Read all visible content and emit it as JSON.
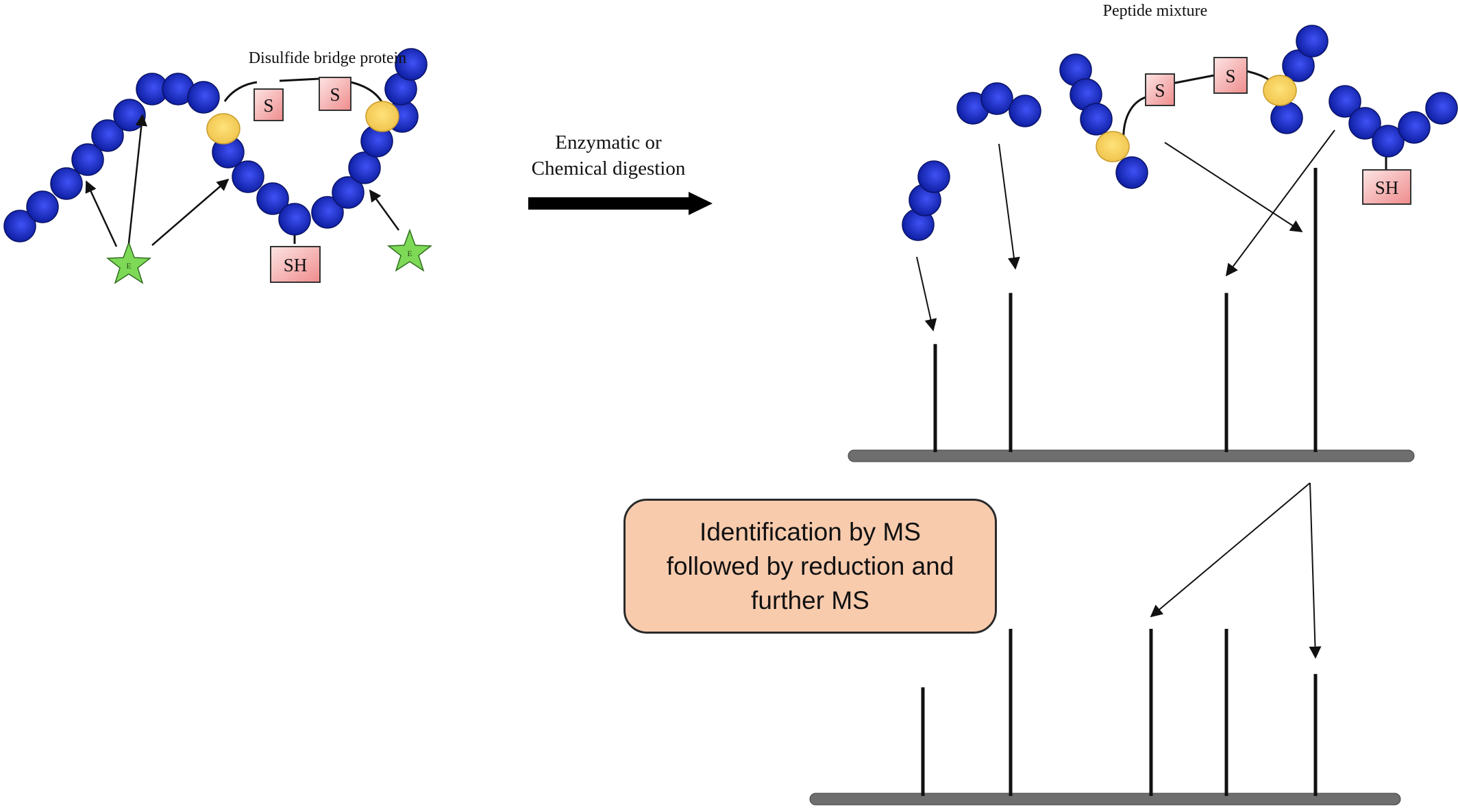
{
  "protein": {
    "title": "Disulfide bridge protein",
    "s_label_1": "S",
    "s_label_2": "S",
    "sh_label": "SH",
    "enzyme_label": "E"
  },
  "digestion": {
    "line1": "Enzymatic or",
    "line2": "Chemical digestion"
  },
  "mixture": {
    "title": "Peptide mixture",
    "s_label_1": "S",
    "s_label_2": "S",
    "sh_label": "SH"
  },
  "ms_box": {
    "line1": "Identification by MS",
    "line2": "followed by reduction and",
    "line3": "further MS"
  },
  "colors": {
    "residue": "#1f2fc8",
    "cysteine": "#f7d25f",
    "sulfur_box": "#f39a9a",
    "enzyme": "#7ed957",
    "ms_box": "#f8cbad",
    "baseline": "#6e6e6e"
  },
  "spectrum_top": {
    "peak_intensities": [
      0.38,
      0.56,
      0.56,
      1.0
    ]
  },
  "spectrum_bottom": {
    "peak_intensities": [
      0.65,
      1.0,
      1.0,
      1.0,
      0.73
    ]
  }
}
